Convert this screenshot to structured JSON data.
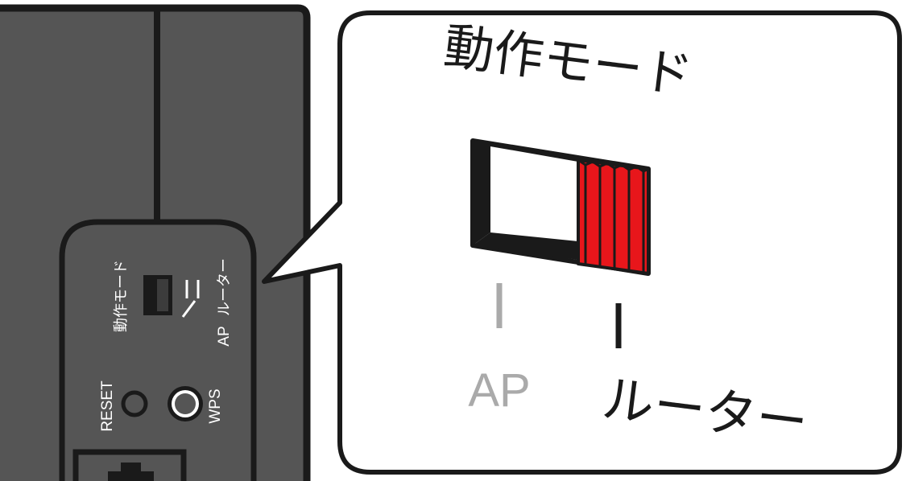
{
  "device": {
    "mode_label": "動作モード",
    "option_ap": "AP",
    "option_router": "ルーター",
    "reset_label": "RESET",
    "wps_label": "WPS"
  },
  "callout": {
    "title": "動作モード",
    "option_ap": "AP",
    "option_router": "ルーター",
    "selected_option": "ルーター"
  },
  "colors": {
    "device_body": "#555555",
    "outline": "#1a1a1a",
    "switch_knob": "#e8161b",
    "inactive_label": "#aaaaaa",
    "active_label": "#1a1a1a"
  },
  "icons": [
    "mode-switch-icon",
    "reset-hole-icon",
    "wps-button-icon",
    "lan-port-icon"
  ]
}
